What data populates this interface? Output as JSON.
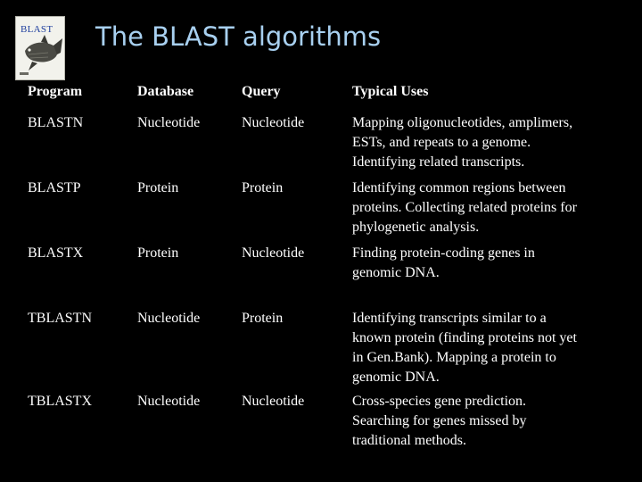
{
  "slide": {
    "title": "The BLAST algorithms",
    "logo_text": "BLAST"
  },
  "table": {
    "headers": [
      "Program",
      "Database",
      "Query",
      "Typical Uses"
    ],
    "rows": [
      {
        "program": "BLASTN",
        "database": "Nucleotide",
        "query": "Nucleotide",
        "uses": [
          "Mapping oligonucleotides, amplimers,",
          "ESTs, and repeats to a genome.",
          "Identifying related transcripts."
        ]
      },
      {
        "program": "BLASTP",
        "database": "Protein",
        "query": "Protein",
        "uses": [
          "Identifying common regions between",
          "proteins. Collecting related proteins for",
          "phylogenetic analysis."
        ]
      },
      {
        "program": "BLASTX",
        "database": "Protein",
        "query": "Nucleotide",
        "uses": [
          "Finding protein-coding genes in",
          "genomic DNA."
        ]
      },
      {
        "program": "TBLASTN",
        "database": "Nucleotide",
        "query": "Protein",
        "uses": [
          "Identifying transcripts similar to a",
          "known protein (finding proteins not yet",
          "in Gen.Bank). Mapping a protein to",
          "genomic DNA."
        ]
      },
      {
        "program": "TBLASTX",
        "database": "Nucleotide",
        "query": "Nucleotide",
        "uses": [
          "Cross-species gene prediction.",
          "Searching for genes missed by",
          "traditional methods."
        ]
      }
    ]
  },
  "colors": {
    "background": "#000000",
    "title": "#a8d0f0",
    "text": "#ffffff"
  }
}
